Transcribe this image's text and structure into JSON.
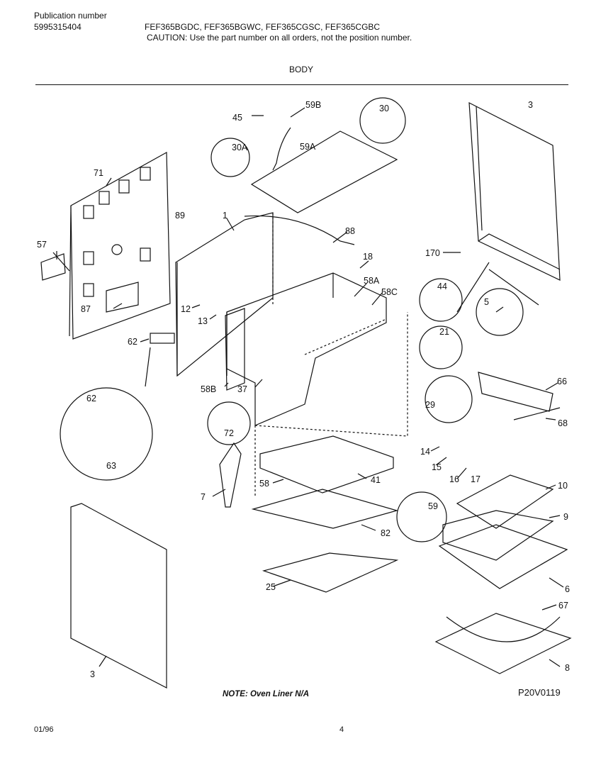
{
  "header": {
    "publication_label": "Publication number",
    "publication_number": "5995315404",
    "models": "FEF365BGDC, FEF365BGWC, FEF365CGSC, FEF365CGBC",
    "caution": "CAUTION:  Use the part number on all orders, not the position number.",
    "section_title": "BODY"
  },
  "callouts": [
    "45",
    "59B",
    "30",
    "3",
    "30A",
    "59A",
    "71",
    "89",
    "1",
    "88",
    "57",
    "170",
    "18",
    "58A",
    "58C",
    "44",
    "5",
    "87",
    "12",
    "13",
    "21",
    "62",
    "66",
    "58B",
    "37",
    "29",
    "68",
    "72",
    "14",
    "15",
    "16",
    "17",
    "7",
    "58",
    "41",
    "10",
    "59",
    "9",
    "82",
    "6",
    "25",
    "67",
    "8",
    "63"
  ],
  "footer": {
    "note": "NOTE:  Oven Liner N/A",
    "drawing_code": "P20V0119",
    "date": "01/96",
    "page_number": "4"
  }
}
